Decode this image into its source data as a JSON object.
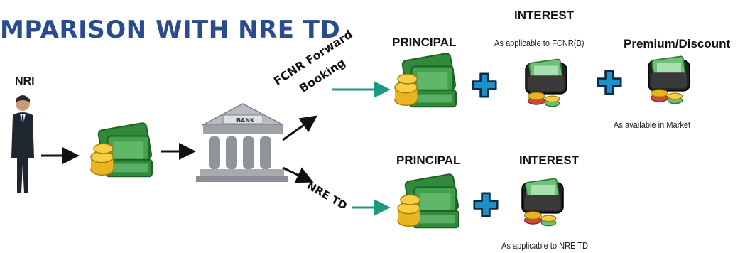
{
  "title": "MPARISON WITH NRE TD",
  "nri_label": "NRI",
  "bank_sign": "BANK",
  "fcnr_route": {
    "label_line1": "FCNR Forward",
    "label_line2": "Booking",
    "principal_label": "PRINCIPAL",
    "interest_header": "INTEREST",
    "interest_note": "As applicable to FCNR(B)",
    "premium_label": "Premium/Discount",
    "premium_note": "As available in Market"
  },
  "nre_route": {
    "label": "NRE TD",
    "principal_label": "PRINCIPAL",
    "interest_header": "INTEREST",
    "interest_note": "As applicable to NRE TD"
  },
  "colors": {
    "title": "#2a4b8e",
    "plus": "#1e8fc7",
    "teal_arrow": "#1a9a86",
    "money": "#2f8a3a",
    "coin": "#e8b520"
  }
}
